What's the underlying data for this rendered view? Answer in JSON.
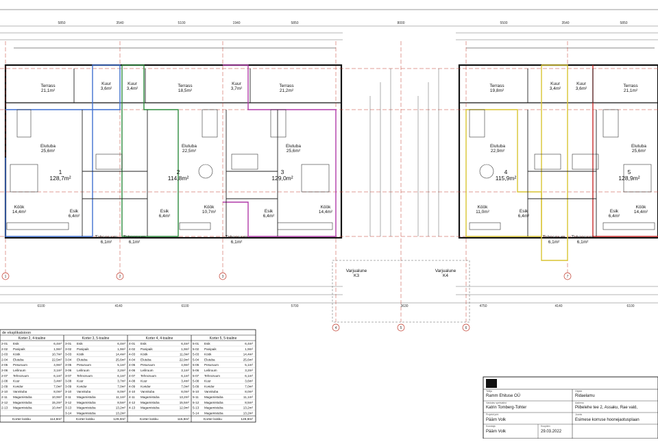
{
  "plan_rooms": [
    {
      "key": "terrass1",
      "name": "Terrass",
      "area": "21,1m²"
    },
    {
      "key": "kuur1",
      "name": "Kuur",
      "area": "3,6m²"
    },
    {
      "key": "kuur2",
      "name": "Kuur",
      "area": "3,4m²"
    },
    {
      "key": "terrass2",
      "name": "Terrass",
      "area": "18,5m²"
    },
    {
      "key": "kuur3",
      "name": "Kuur",
      "area": "3,7m²"
    },
    {
      "key": "terrass3",
      "name": "Terrass",
      "area": "21,2m²"
    },
    {
      "key": "terrass4",
      "name": "Terrass",
      "area": "19,8m²"
    },
    {
      "key": "kuur4",
      "name": "Kuur",
      "area": "3,4m²"
    },
    {
      "key": "kuur5",
      "name": "Kuur",
      "area": "3,6m²"
    },
    {
      "key": "terrass5",
      "name": "Terrass",
      "area": "21,1m²"
    },
    {
      "key": "elu1",
      "name": "Elutuba",
      "area": "25,6m²"
    },
    {
      "key": "elu2",
      "name": "Elutuba",
      "area": "22,5m²"
    },
    {
      "key": "elu3",
      "name": "Elutuba",
      "area": "25,6m²"
    },
    {
      "key": "elu4",
      "name": "Elutuba",
      "area": "22,9m²"
    },
    {
      "key": "elu5",
      "name": "Elutuba",
      "area": "25,6m²"
    },
    {
      "key": "kook1",
      "name": "Köök",
      "area": "14,4m²"
    },
    {
      "key": "kook2",
      "name": "Köök",
      "area": "10,7m²"
    },
    {
      "key": "kook3",
      "name": "Köök",
      "area": "14,4m²"
    },
    {
      "key": "kook4",
      "name": "Köök",
      "area": "11,0m²"
    },
    {
      "key": "kook5",
      "name": "Köök",
      "area": "14,4m²"
    },
    {
      "key": "esik1",
      "name": "Esik",
      "area": "6,4m²"
    },
    {
      "key": "esik2",
      "name": "Esik",
      "area": "6,4m²"
    },
    {
      "key": "esik3",
      "name": "Esik",
      "area": "6,4m²"
    },
    {
      "key": "esik4",
      "name": "Esik",
      "area": "6,4m²"
    },
    {
      "key": "esik5",
      "name": "Esik",
      "area": "6,4m²"
    },
    {
      "key": "teh1",
      "name": "Tehnoruum",
      "area": "6,1m²"
    },
    {
      "key": "teh2",
      "name": "Tehnoruum",
      "area": "6,1m²"
    },
    {
      "key": "teh3",
      "name": "Tehnoruum",
      "area": "6,1m²"
    },
    {
      "key": "teh4",
      "name": "Tehnoruum",
      "area": "6,1m²"
    },
    {
      "key": "teh5",
      "name": "Tehnoruum",
      "area": "6,1m²"
    },
    {
      "key": "var1",
      "name": "Varjualune",
      "area": "K3"
    },
    {
      "key": "var2",
      "name": "Varjualune",
      "area": "K4"
    }
  ],
  "unit_labels": [
    {
      "num": "1",
      "area": "128,7m²"
    },
    {
      "num": "2",
      "area": "114,8m²"
    },
    {
      "num": "3",
      "area": "129,0m²"
    },
    {
      "num": "4",
      "area": "115,9m²"
    },
    {
      "num": "5",
      "area": "128,9m²"
    }
  ],
  "dims_top": [
    "5850",
    "3540",
    "5100",
    "1940",
    "5850",
    "8000",
    "5500",
    "3540",
    "5850"
  ],
  "dims_bottom": [
    "6100",
    "4140",
    "6100",
    "5700",
    "3630",
    "4750",
    "4140",
    "6100"
  ],
  "axes": [
    "1",
    "2",
    "3",
    "4",
    "5",
    "6",
    "7"
  ],
  "table": {
    "title": "de eksplikatsioon",
    "headers": [
      "Korter 2, 4-toaline",
      "Korter 3, 5-toaline",
      "Korter 4, 4-toaline",
      "Korter 5, 5-toaline"
    ],
    "rows": [
      [
        "2-01",
        "Esik",
        "6,4",
        "3-01",
        "Esik",
        "6,4",
        "4-01",
        "Esik",
        "6,4",
        "5-01",
        "Esik",
        "6,4"
      ],
      [
        "2-02",
        "Panipaik",
        "1,9",
        "3-02",
        "Panipaik",
        "1,9",
        "4-02",
        "Panipaik",
        "1,9",
        "5-02",
        "Panipaik",
        "1,9"
      ],
      [
        "2-03",
        "Köök",
        "10,7",
        "3-03",
        "Köök",
        "14,4",
        "4-03",
        "Köök",
        "11,0",
        "5-03",
        "Köök",
        "14,4"
      ],
      [
        "2-04",
        "Elutuba",
        "22,5",
        "3-04",
        "Elutuba",
        "25,6",
        "4-04",
        "Elutuba",
        "22,9",
        "5-04",
        "Elutuba",
        "25,6"
      ],
      [
        "2-05",
        "Pesuruum",
        "4,9",
        "3-05",
        "Pesuruum",
        "5,1",
        "4-05",
        "Pesuruum",
        "4,9",
        "5-05",
        "Pesuruum",
        "5,1"
      ],
      [
        "2-06",
        "Leiliruum",
        "3,1",
        "3-06",
        "Leiliruum",
        "3,2",
        "4-06",
        "Leiliruum",
        "3,1",
        "5-06",
        "Leiliruum",
        "3,2"
      ],
      [
        "2-07",
        "Tehnoruum",
        "6,1",
        "3-07",
        "Tehnoruum",
        "6,1",
        "4-07",
        "Tehnoruum",
        "6,1",
        "5-07",
        "Tehnoruum",
        "6,1"
      ],
      [
        "2-08",
        "Kuur",
        "3,4",
        "3-08",
        "Kuur",
        "3,7",
        "4-08",
        "Kuur",
        "3,4",
        "5-08",
        "Kuur",
        "3,6"
      ],
      [
        "2-09",
        "Koridor",
        "7,0",
        "3-09",
        "Koridor",
        "7,0",
        "4-09",
        "Koridor",
        "7,0",
        "5-09",
        "Koridor",
        "7,0"
      ],
      [
        "2-10",
        "Vannituba",
        "8,0",
        "3-10",
        "Vannituba",
        "8,0",
        "4-10",
        "Vannituba",
        "8,0",
        "5-10",
        "Vannituba",
        "8,0"
      ],
      [
        "2-11",
        "Magamistuba",
        "10,9",
        "3-11",
        "Magamistuba",
        "11,1",
        "4-11",
        "Magamistuba",
        "13,2",
        "5-11",
        "Magamistuba",
        "11,1"
      ],
      [
        "2-12",
        "Magamistuba",
        "15,2",
        "3-12",
        "Magamistuba",
        "8,5",
        "4-12",
        "Magamistuba",
        "15,5",
        "5-12",
        "Magamistuba",
        "8,5"
      ],
      [
        "2-13",
        "Magamistuba",
        "10,4",
        "3-13",
        "Magamistuba",
        "13,2",
        "4-13",
        "Magamistuba",
        "12,9",
        "5-13",
        "Magamistuba",
        "13,2"
      ],
      [
        "",
        "",
        "",
        "3-14",
        "Magamistuba",
        "13,2",
        "",
        "",
        "",
        "5-14",
        "Magamistuba",
        "13,2"
      ]
    ],
    "totals": [
      {
        "label": "Korter kokku",
        "value": "114,8"
      },
      {
        "label": "Korter kokku",
        "value": "129,0"
      },
      {
        "label": "Korter kokku",
        "value": "115,9"
      },
      {
        "label": "Korter kokku",
        "value": "128,9"
      }
    ]
  },
  "title_block": {
    "company": "Ramm Ehituse OÜ",
    "responsible": "Katrin Tomberg-Tohter",
    "project_lead": "Päärn Volk",
    "author": "Päärn Volk",
    "date": "29.03.2022",
    "object": "Ridaelamu",
    "address": "Piibelehe tee 2, Assaku, Rae vald,",
    "drawing": "Esimese korruse hoonejaotusplaan",
    "captions": {
      "tellija": "Tellija",
      "vastutav": "Vastutav spetsialist",
      "juhataja": "Projekti juht",
      "koostaja": "Koostaja",
      "kuupaev": "Kuupäev",
      "objekt": "Objekt",
      "aadress": "Aadress",
      "joonis": "Joonis"
    }
  }
}
